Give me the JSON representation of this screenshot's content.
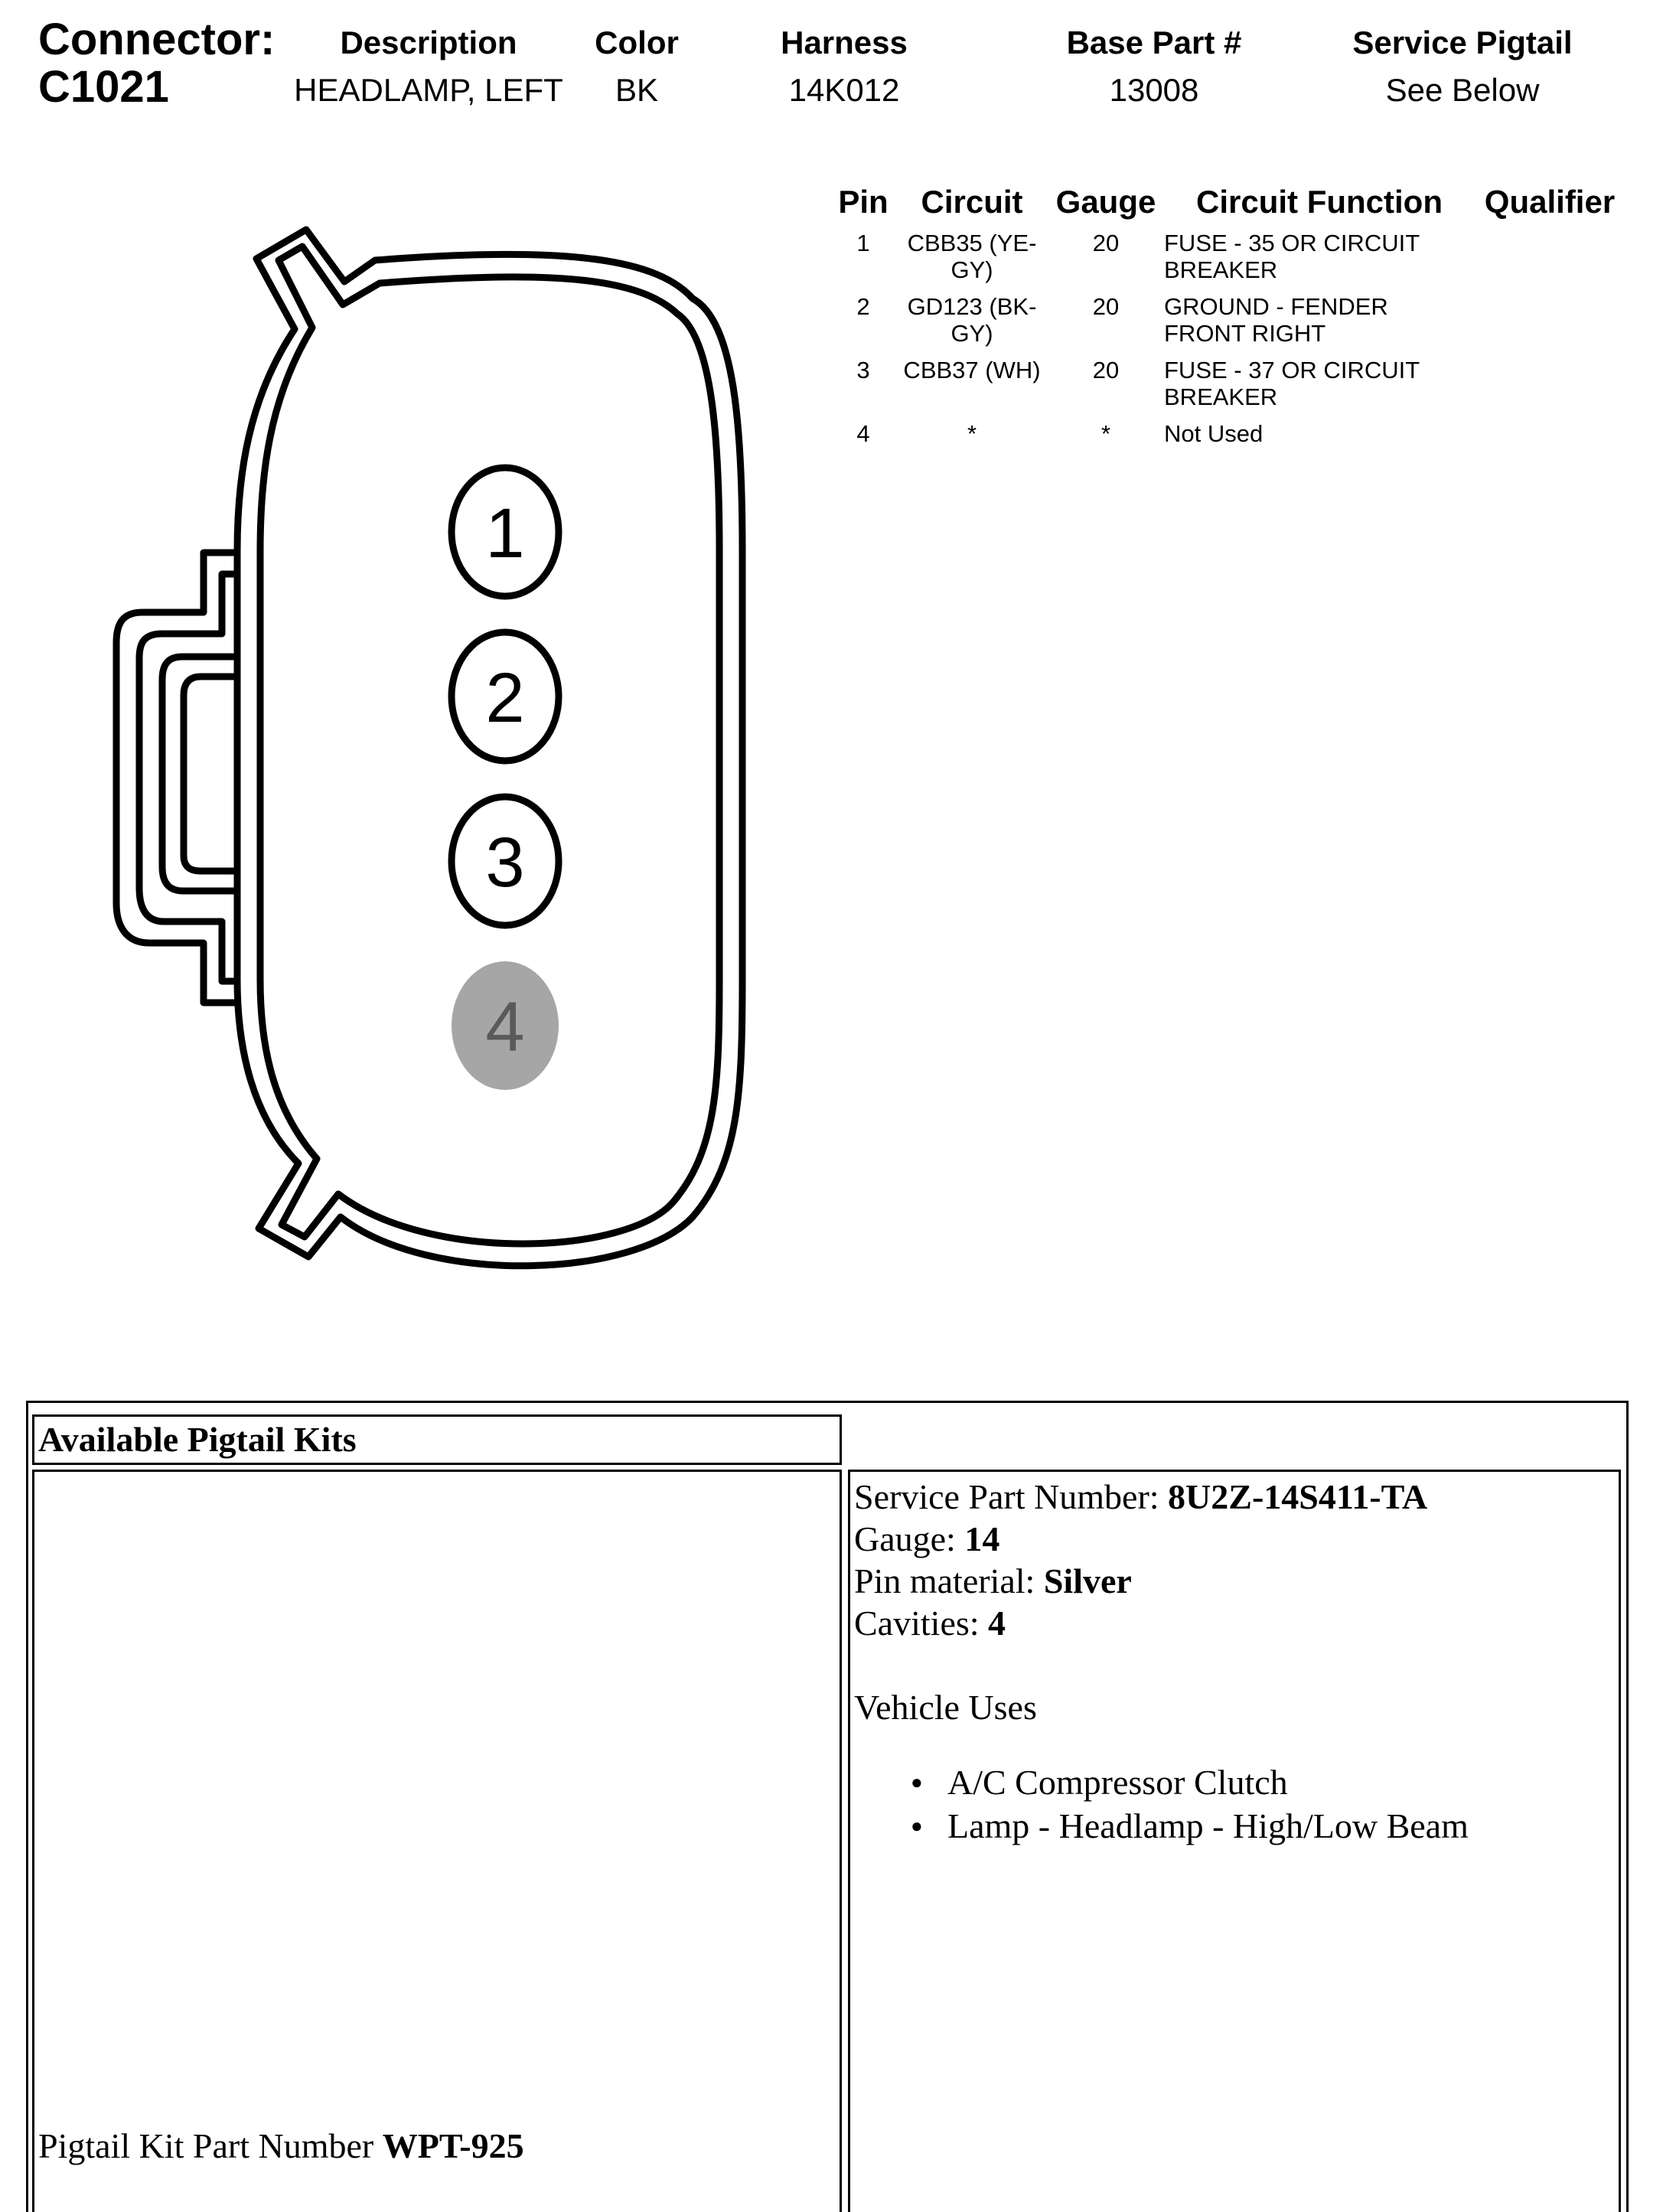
{
  "header": {
    "connector_label": "Connector:",
    "connector_id": "C1021",
    "columns": [
      {
        "label": "Description",
        "value": "HEADLAMP, LEFT"
      },
      {
        "label": "Color",
        "value": "BK"
      },
      {
        "label": "Harness",
        "value": "14K012"
      },
      {
        "label": "Base Part #",
        "value": "13008"
      },
      {
        "label": "Service Pigtail",
        "value": "See Below"
      }
    ]
  },
  "pin_table": {
    "headers": {
      "pin": "Pin",
      "circuit": "Circuit",
      "gauge": "Gauge",
      "function": "Circuit Function",
      "qualifier": "Qualifier"
    },
    "rows": [
      {
        "pin": "1",
        "circuit_1": "CBB35 (YE-",
        "circuit_2": "GY)",
        "gauge": "20",
        "function_1": "FUSE - 35 OR CIRCUIT",
        "function_2": "BREAKER"
      },
      {
        "pin": "2",
        "circuit_1": "GD123 (BK-",
        "circuit_2": "GY)",
        "gauge": "20",
        "function_1": "GROUND - FENDER",
        "function_2": "FRONT RIGHT"
      },
      {
        "pin": "3",
        "circuit_1": "CBB37 (WH)",
        "circuit_2": "",
        "gauge": "20",
        "function_1": "FUSE - 37 OR CIRCUIT",
        "function_2": "BREAKER"
      },
      {
        "pin": "4",
        "circuit_1": "*",
        "circuit_2": "",
        "gauge": "*",
        "function_1": "Not Used",
        "function_2": ""
      }
    ]
  },
  "connector_diagram": {
    "cavities": [
      {
        "label": "1",
        "used": true
      },
      {
        "label": "2",
        "used": true
      },
      {
        "label": "3",
        "used": true
      },
      {
        "label": "4",
        "used": false
      }
    ],
    "unused_fill": "#a6a6a6"
  },
  "pigtail": {
    "heading": "Available Pigtail Kits",
    "kit_label": "Pigtail Kit Part Number ",
    "kit_number": "WPT-925",
    "service_part_label": "Service Part Number: ",
    "service_part_value": "8U2Z-14S411-TA",
    "gauge_label": "Gauge: ",
    "gauge_value": "14",
    "pin_material_label": "Pin material: ",
    "pin_material_value": "Silver",
    "cavities_label": "Cavities: ",
    "cavities_value": "4",
    "vehicle_uses_label": "Vehicle Uses",
    "vehicle_uses": [
      "A/C Compressor Clutch",
      "Lamp - Headlamp - High/Low Beam"
    ]
  }
}
